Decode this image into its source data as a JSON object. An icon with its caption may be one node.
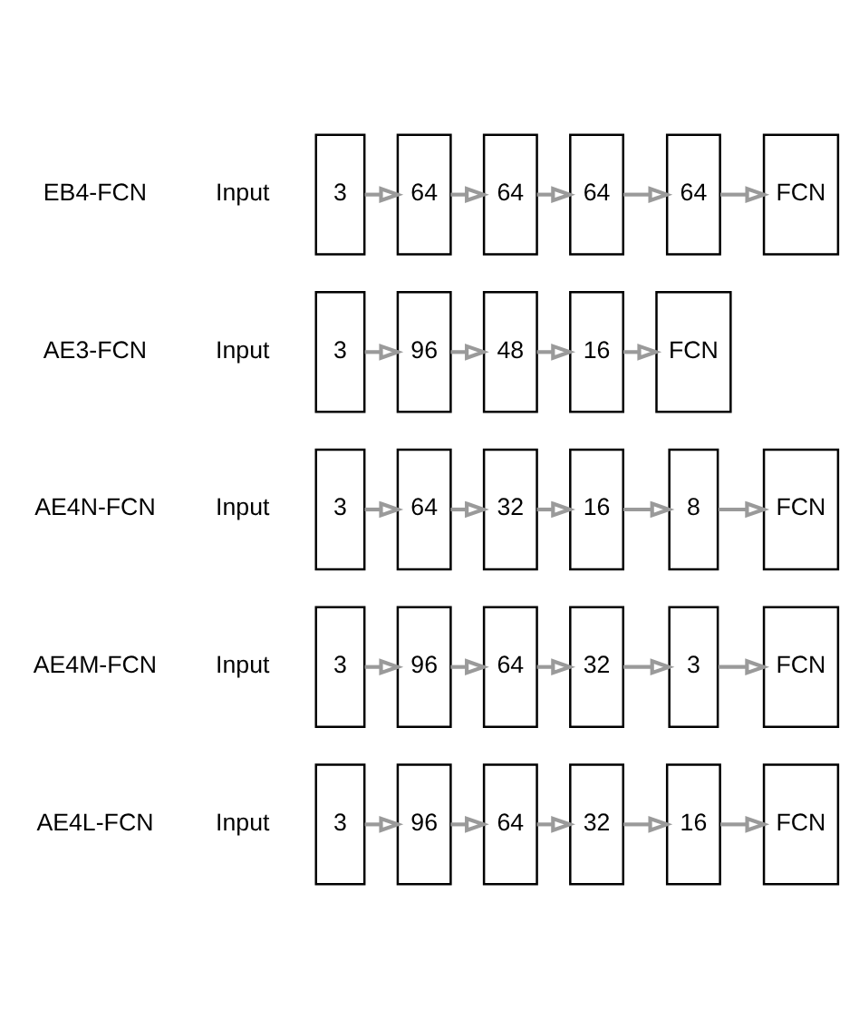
{
  "diagram": {
    "nodes": [
      {
        "text": [
          "3"
        ],
        "beside": [
          "Input"
        ]
      },
      {
        "text": [
          "96"
        ]
      },
      {
        "text": [
          "64"
        ]
      },
      {
        "text": [
          "32"
        ]
      },
      {
        "text": [
          "16"
        ]
      },
      {
        "text": [
          "FCN"
        ]
      },
      {
        "text": [
          "3"
        ],
        "beside": [
          "Input"
        ]
      },
      {
        "text": [
          "96"
        ]
      },
      {
        "text": [
          "64"
        ]
      },
      {
        "text": [
          "32"
        ]
      },
      {
        "text": [
          "3"
        ]
      },
      {
        "text": [
          "FCN"
        ]
      },
      {
        "text": [
          "3"
        ],
        "beside": [
          "Input"
        ]
      },
      {
        "text": [
          "64"
        ]
      },
      {
        "text": [
          "32"
        ]
      },
      {
        "text": [
          "16"
        ]
      },
      {
        "text": [
          "8"
        ]
      },
      {
        "text": [
          "FCN"
        ]
      },
      {
        "text": [
          "3"
        ],
        "beside": [
          "Input"
        ]
      },
      {
        "text": [
          "96"
        ]
      },
      {
        "text": [
          "48"
        ]
      },
      {
        "text": [
          "16"
        ]
      },
      {
        "text": [
          "FCN"
        ]
      },
      {
        "text": [
          "3"
        ],
        "beside": [
          "Input"
        ]
      },
      {
        "text": [
          "64"
        ]
      },
      {
        "text": [
          "64"
        ]
      },
      {
        "text": [
          "64"
        ]
      },
      {
        "text": [
          "64"
        ]
      },
      {
        "text": [
          "FCN"
        ]
      }
    ],
    "edges": [
      {
        "from": 0,
        "to": 1,
        "arrow": "to"
      },
      {
        "from": 1,
        "to": 2,
        "arrow": "to"
      },
      {
        "from": 2,
        "to": 3,
        "arrow": "to"
      },
      {
        "from": 3,
        "to": 4,
        "arrow": "to"
      },
      {
        "from": 4,
        "to": 5,
        "arrow": "to"
      },
      {
        "from": 6,
        "to": 7,
        "arrow": "to"
      },
      {
        "from": 7,
        "to": 8,
        "arrow": "to"
      },
      {
        "from": 8,
        "to": 9,
        "arrow": "to"
      },
      {
        "from": 9,
        "to": 10,
        "arrow": "to"
      },
      {
        "from": 10,
        "to": 11,
        "arrow": "to"
      },
      {
        "from": 12,
        "to": 13,
        "arrow": "to"
      },
      {
        "from": 13,
        "to": 14,
        "arrow": "to"
      },
      {
        "from": 14,
        "to": 15,
        "arrow": "to"
      },
      {
        "from": 15,
        "to": 16,
        "arrow": "to"
      },
      {
        "from": 16,
        "to": 17,
        "arrow": "to"
      },
      {
        "from": 18,
        "to": 19,
        "arrow": "to"
      },
      {
        "from": 19,
        "to": 20,
        "arrow": "to"
      },
      {
        "from": 20,
        "to": 21,
        "arrow": "to"
      },
      {
        "from": 21,
        "to": 22,
        "arrow": "to"
      },
      {
        "from": 23,
        "to": 24,
        "arrow": "to"
      },
      {
        "from": 24,
        "to": 25,
        "arrow": "to"
      },
      {
        "from": 25,
        "to": 26,
        "arrow": "to"
      },
      {
        "from": 26,
        "to": 27,
        "arrow": "to"
      },
      {
        "from": 27,
        "to": 28,
        "arrow": "to"
      }
    ],
    "labels": [
      "AE4L-FCN",
      "AE4M-FCN",
      "AE4N-FCN",
      "AE3-FCN",
      "EB4-FCN"
    ]
  }
}
